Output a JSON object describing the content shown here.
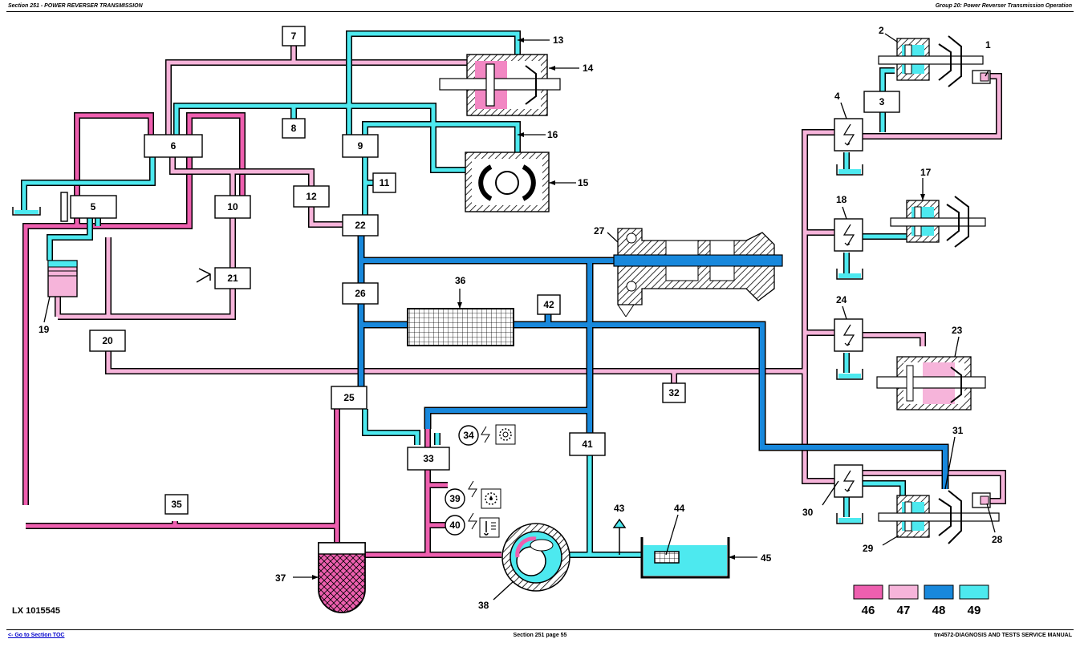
{
  "header": {
    "left": "Section 251 - POWER REVERSER TRANSMISSION",
    "right": "Group 20: Power Reverser Transmission Operation"
  },
  "footer": {
    "toc_link": "<- Go to Section TOC",
    "page": "Section 251 page 55",
    "manual": "tm4572-DIAGNOSIS AND TESTS SERVICE MANUAL"
  },
  "figure_id": "LX 1015545",
  "colors": {
    "c46": "#ee5faf",
    "c47": "#f6b4da",
    "c48": "#1888dc",
    "c49": "#4de9ef"
  },
  "legend": [
    {
      "code": "46",
      "color": "#ee5faf"
    },
    {
      "code": "47",
      "color": "#f6b4da"
    },
    {
      "code": "48",
      "color": "#1888dc"
    },
    {
      "code": "49",
      "color": "#4de9ef"
    }
  ],
  "labels": {
    "l1": "1",
    "l2": "2",
    "l3": "3",
    "l4": "4",
    "l5": "5",
    "l6": "6",
    "l7": "7",
    "l8": "8",
    "l9": "9",
    "l10": "10",
    "l11": "11",
    "l12": "12",
    "l13": "13",
    "l14": "14",
    "l15": "15",
    "l16": "16",
    "l17": "17",
    "l18": "18",
    "l19": "19",
    "l20": "20",
    "l21": "21",
    "l22": "22",
    "l23": "23",
    "l24": "24",
    "l25": "25",
    "l26": "26",
    "l27": "27",
    "l28": "28",
    "l29": "29",
    "l30": "30",
    "l31": "31",
    "l32": "32",
    "l33": "33",
    "l34": "34",
    "l35": "35",
    "l36": "36",
    "l37": "37",
    "l38": "38",
    "l39": "39",
    "l40": "40",
    "l41": "41",
    "l42": "42",
    "l43": "43",
    "l44": "44",
    "l45": "45"
  }
}
